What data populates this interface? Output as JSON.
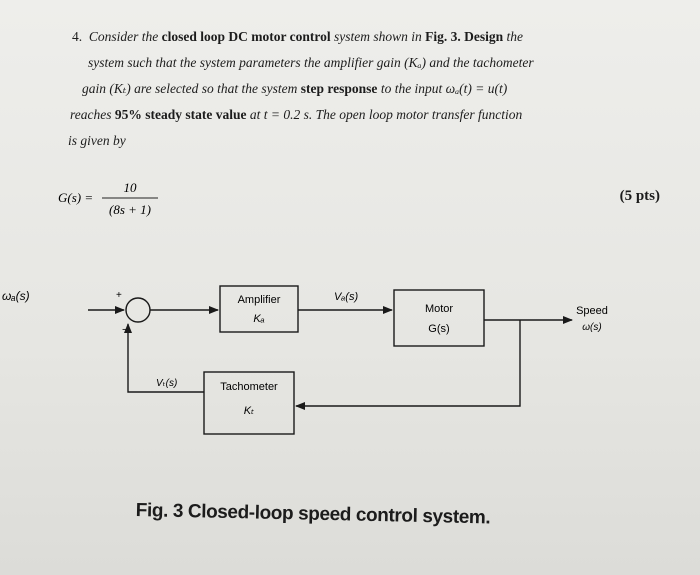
{
  "problem": {
    "number": "4.",
    "line1_a": "Consider the",
    "line1_b": "closed loop DC motor control",
    "line1_c": "system shown in",
    "line1_d": "Fig. 3. Design",
    "line1_e": "the",
    "line2": "system such that the system parameters  the amplifier gain (Kₐ) and the tachometer",
    "line3_a": "gain (Kₜ) are selected so that the system",
    "line3_b": "step response",
    "line3_c": "to  the input  ωₐ(t) = u(t)",
    "line4_a": "reaches",
    "line4_b": "95% steady state value",
    "line4_c": "at t = 0.2 s.  The open loop motor transfer function",
    "line5": "is given by",
    "formula_lhs": "G(s) =",
    "formula_num": "10",
    "formula_den": "(8s + 1)",
    "points": "(5 pts)"
  },
  "diagram": {
    "input_label": "ωₐ(s)",
    "plus": "+",
    "minus": "−",
    "amplifier_title": "Amplifier",
    "amplifier_gain": "Kₐ",
    "va_label": "Vₐ(s)",
    "motor_title": "Motor",
    "motor_tf": "G(s)",
    "output_title": "Speed",
    "output_signal": "ω(s)",
    "vt_label": "Vₜ(s)",
    "tacho_title": "Tachometer",
    "tacho_gain": "Kₜ"
  },
  "caption": "Fig. 3 Closed-loop speed control system."
}
